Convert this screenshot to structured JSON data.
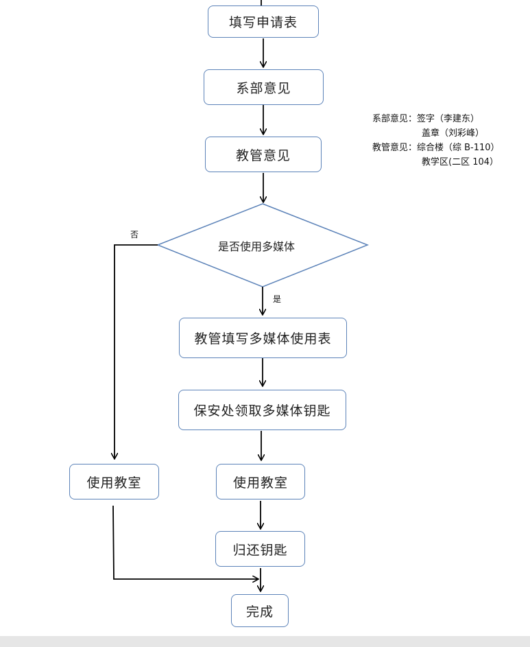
{
  "nodes": {
    "fill_form": "填写申请表",
    "dept_opinion": "系部意见",
    "admin_opinion": "教管意见",
    "decision": "是否使用多媒体",
    "admin_fill_form": "教管填写多媒体使用表",
    "get_key": "保安处领取多媒体钥匙",
    "use_room_left": "使用教室",
    "use_room_right": "使用教室",
    "return_key": "归还钥匙",
    "done": "完成"
  },
  "edge_labels": {
    "no": "否",
    "yes": "是"
  },
  "notes": {
    "line1": "系部意见：签字（李建东）",
    "line2": "盖章（刘彩峰）",
    "line3": "教管意见：综合楼（综 B-110）",
    "line4": "教学区(二区 104）"
  },
  "colors": {
    "node_border": "#5b82b8",
    "arrow": "#000000",
    "footer": "#e6e6e6"
  }
}
